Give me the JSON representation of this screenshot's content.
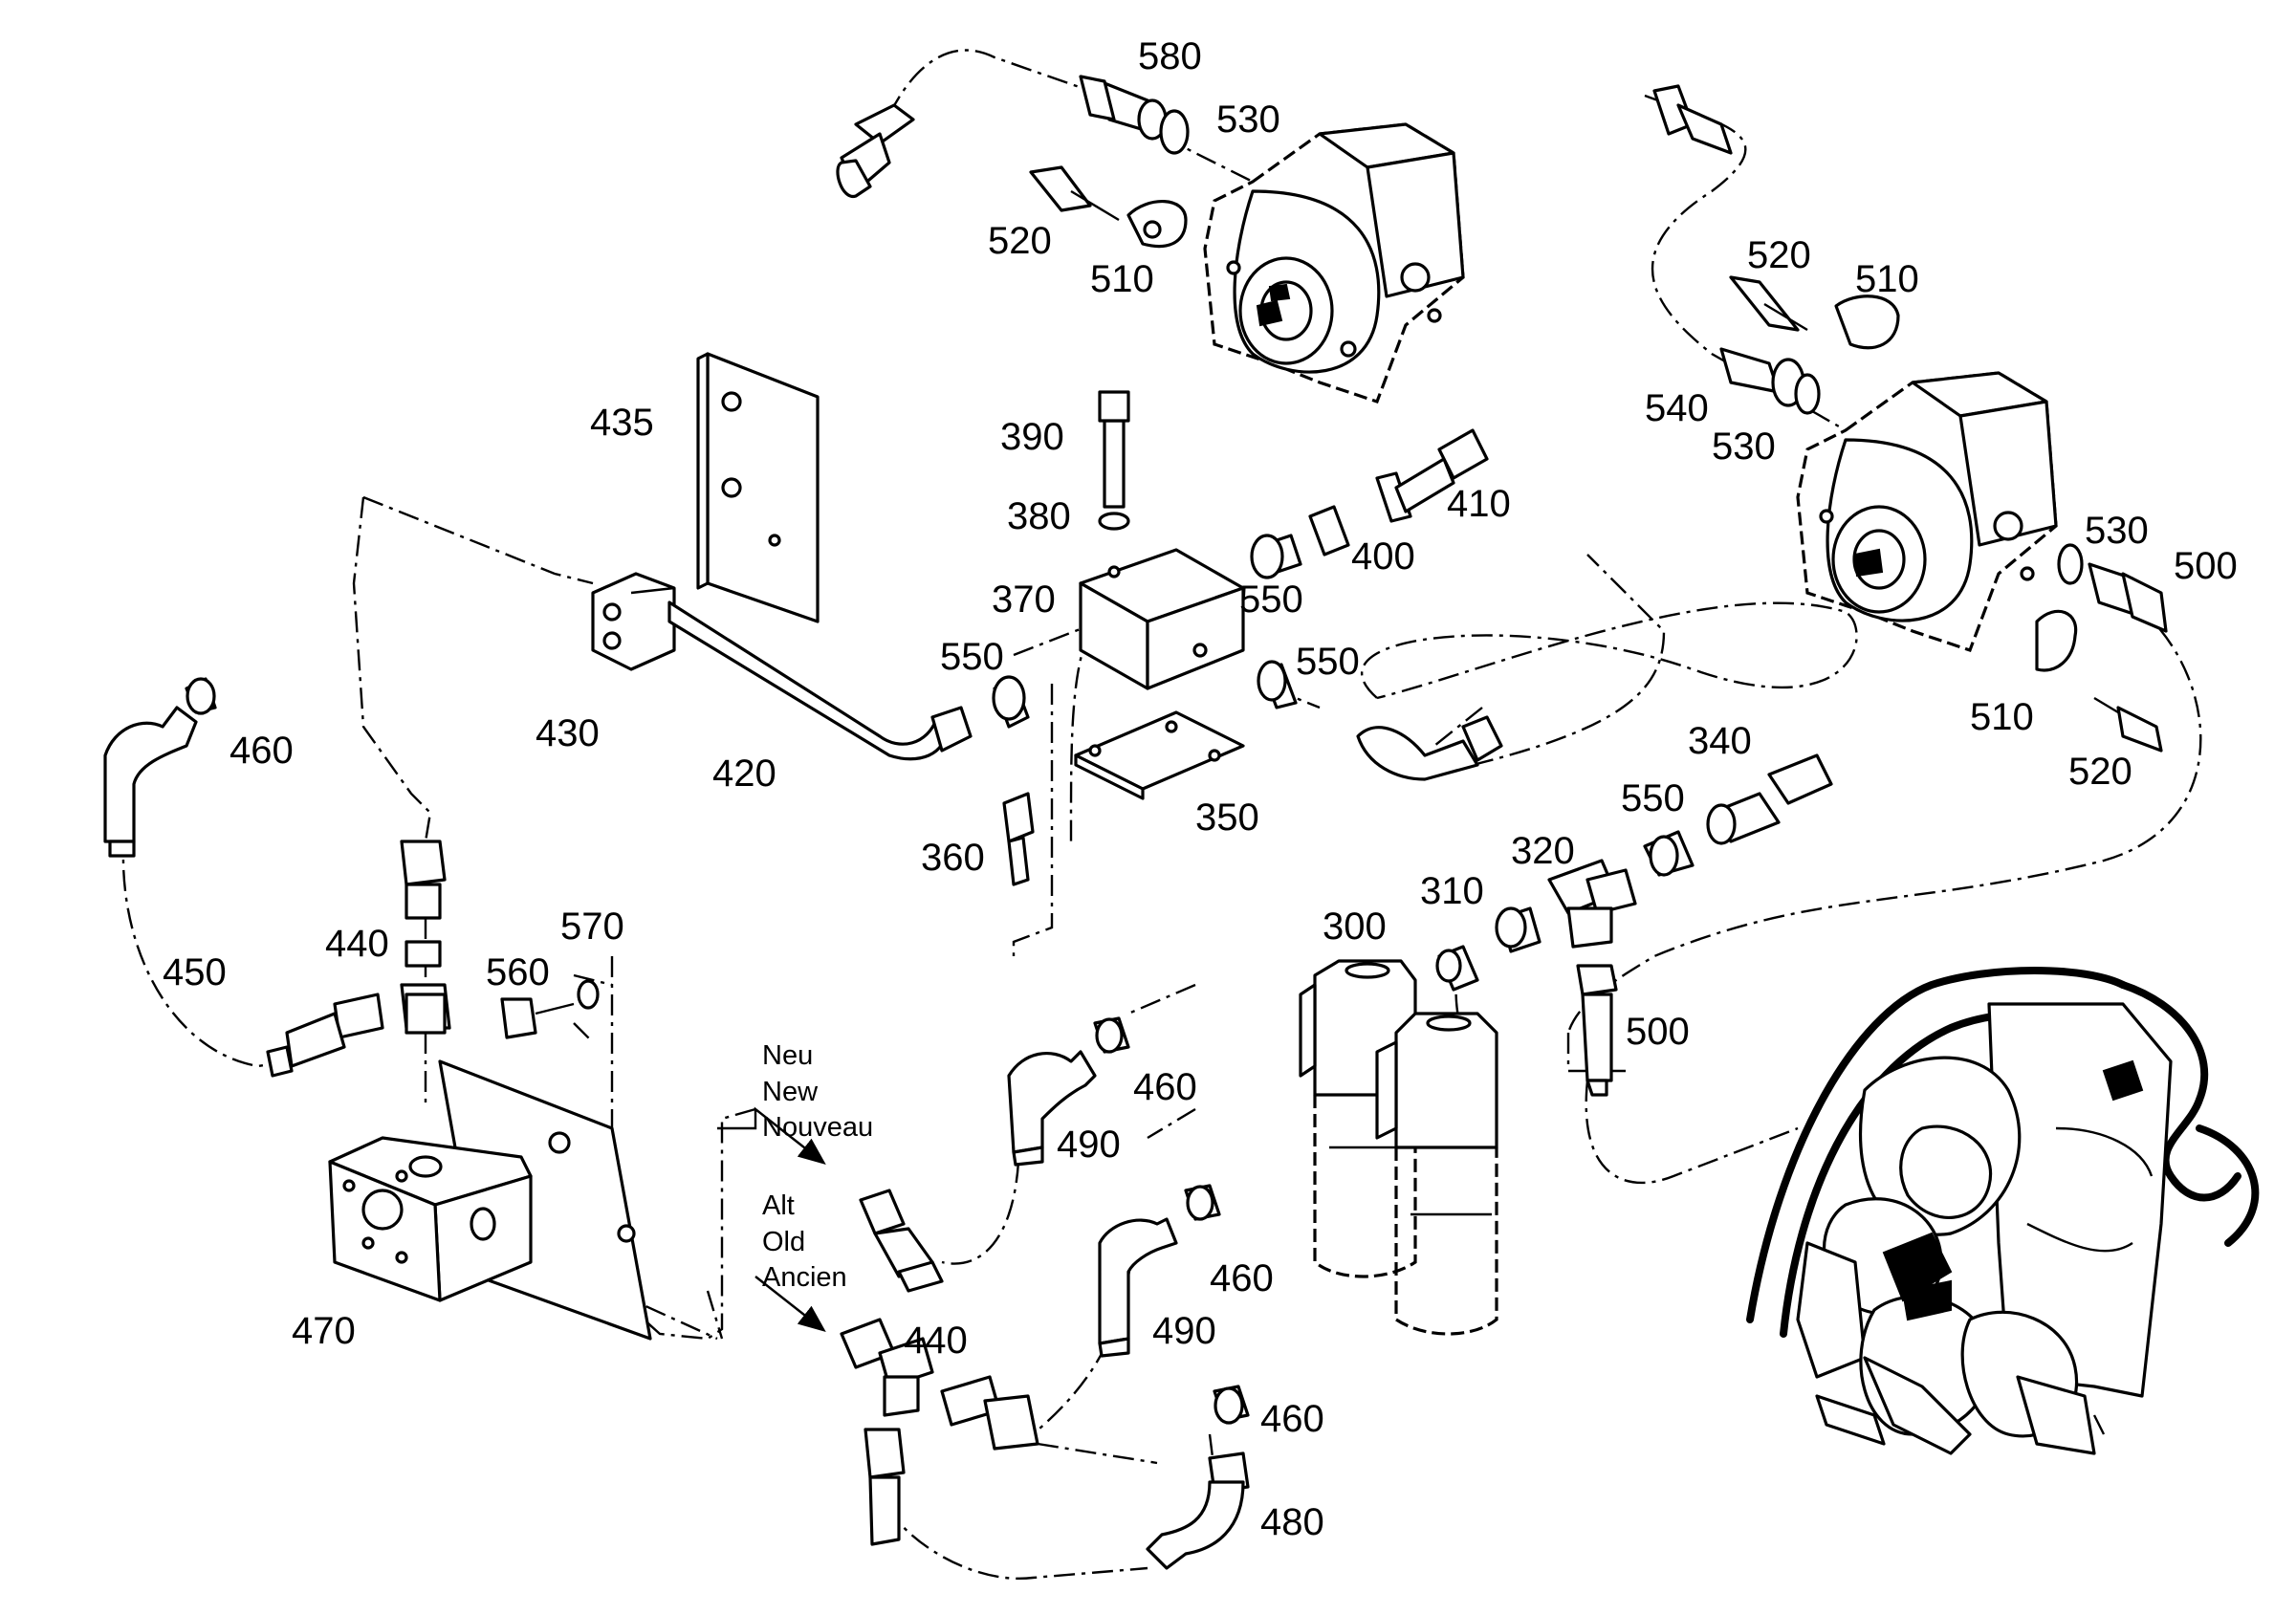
{
  "labels": {
    "p580": "580",
    "p530a": "530",
    "p520a": "520",
    "p510a": "510",
    "p520b": "520",
    "p510b": "510",
    "p540": "540",
    "p530b": "530",
    "p530c": "530",
    "p500a": "500",
    "p510c": "510",
    "p520c": "520",
    "p435": "435",
    "p390": "390",
    "p380": "380",
    "p410": "410",
    "p400": "400",
    "p370": "370",
    "p550a": "550",
    "p550b": "550",
    "p550c": "550",
    "p550d": "550",
    "p430": "430",
    "p420": "420",
    "p350": "350",
    "p360": "360",
    "p460a": "460",
    "p460b": "460",
    "p460c": "460",
    "p460d": "460",
    "p340": "340",
    "p320": "320",
    "p310": "310",
    "p300": "300",
    "p500b": "500",
    "p450": "450",
    "p440a": "440",
    "p440b": "440",
    "p560": "560",
    "p570": "570",
    "p490a": "490",
    "p490b": "490",
    "p470": "470",
    "p480": "480"
  },
  "variants": {
    "new": [
      "Neu",
      "New",
      "Nouveau"
    ],
    "old": [
      "Alt",
      "Old",
      "Ancien"
    ]
  }
}
